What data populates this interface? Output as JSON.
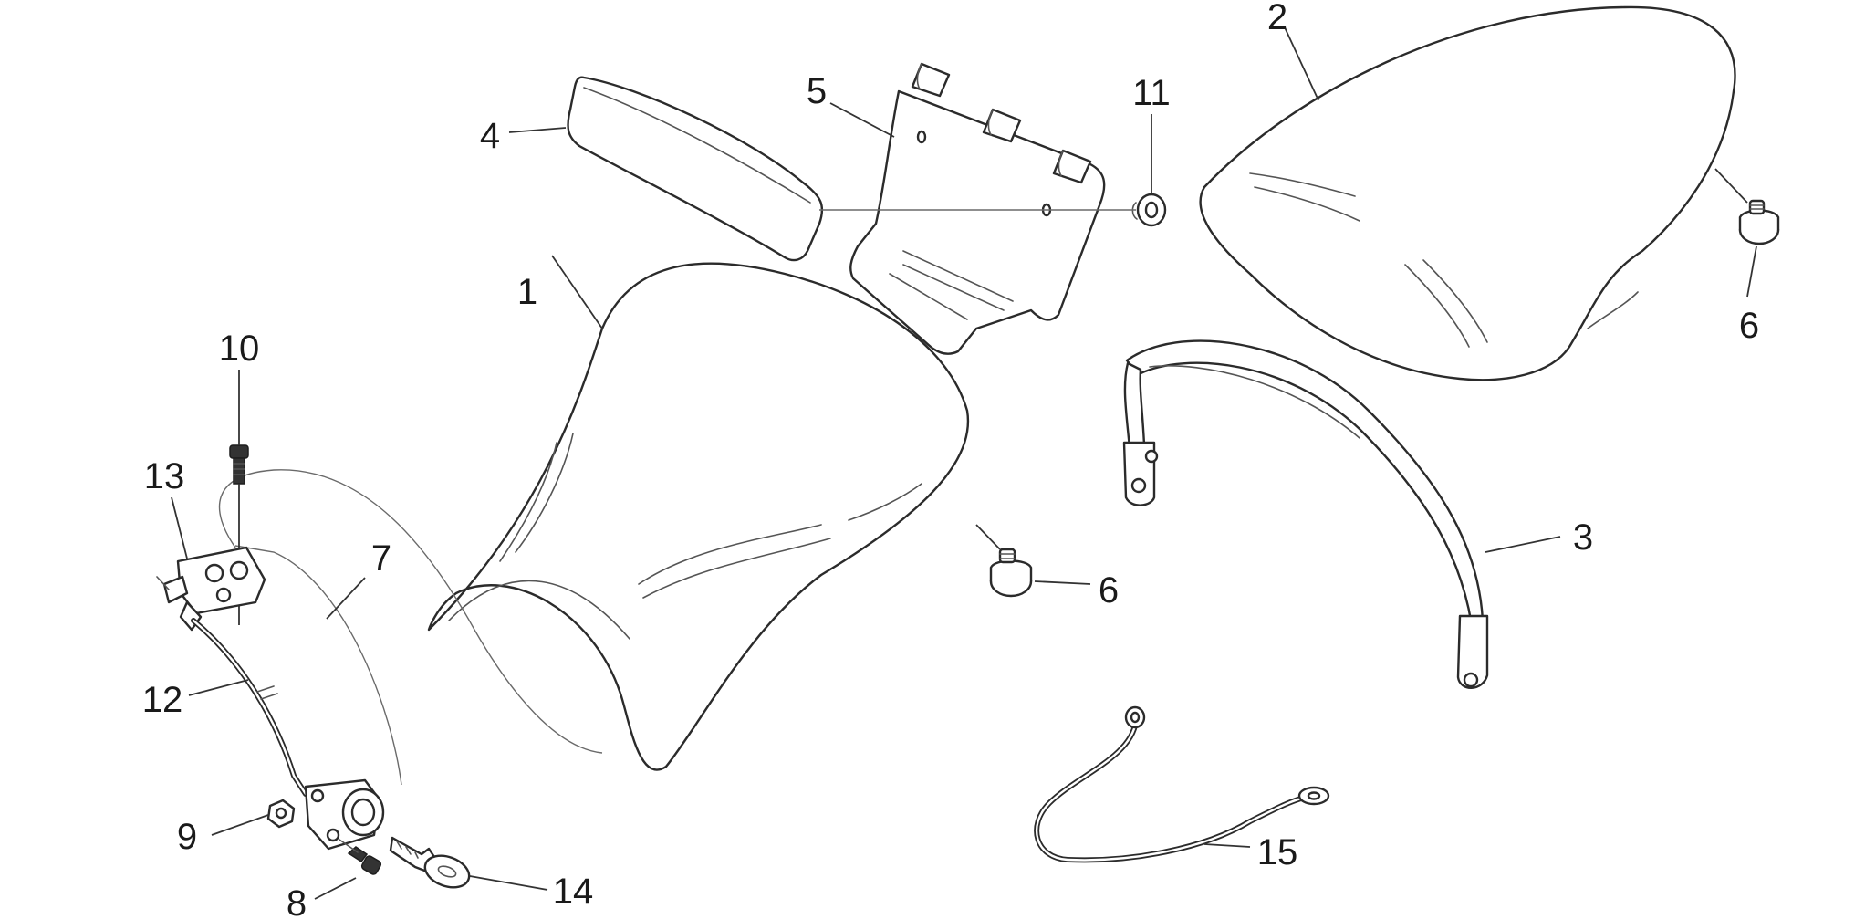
{
  "callouts": {
    "c1": "1",
    "c2": "2",
    "c3": "3",
    "c4": "4",
    "c5": "5",
    "c6a": "6",
    "c6b": "6",
    "c7": "7",
    "c8": "8",
    "c9": "9",
    "c10": "10",
    "c11": "11",
    "c12": "12",
    "c13": "13",
    "c14": "14",
    "c15": "15"
  },
  "colors": {
    "line": "#2b2b2b",
    "background": "#ffffff"
  }
}
